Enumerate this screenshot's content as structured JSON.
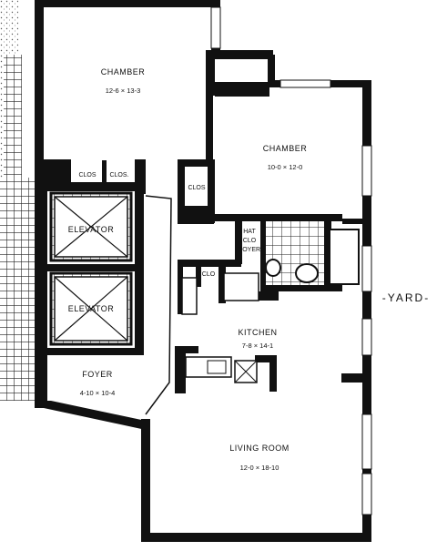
{
  "rooms": {
    "chamber_1": {
      "name": "CHAMBER",
      "dims": "12-6 × 13-3"
    },
    "chamber_2": {
      "name": "CHAMBER",
      "dims": "10-0 × 12-0"
    },
    "kitchen": {
      "name": "KITCHEN",
      "dims": "7-8 × 14-1"
    },
    "foyer": {
      "name": "FOYER",
      "dims": "4-10 × 10-4"
    },
    "living_room": {
      "name": "LIVING ROOM",
      "dims": "12-0 × 18-10"
    }
  },
  "closets": {
    "clos_a": "CLOS",
    "clos_b": "CLOS.",
    "clos_c": "CLOS",
    "clo_d": "CLO",
    "hat_closet": [
      "HAT",
      "CLO",
      "FOYER"
    ]
  },
  "elevators": [
    "ELEVATOR",
    "ELEVATOR"
  ],
  "yard_label": "-YARD-"
}
